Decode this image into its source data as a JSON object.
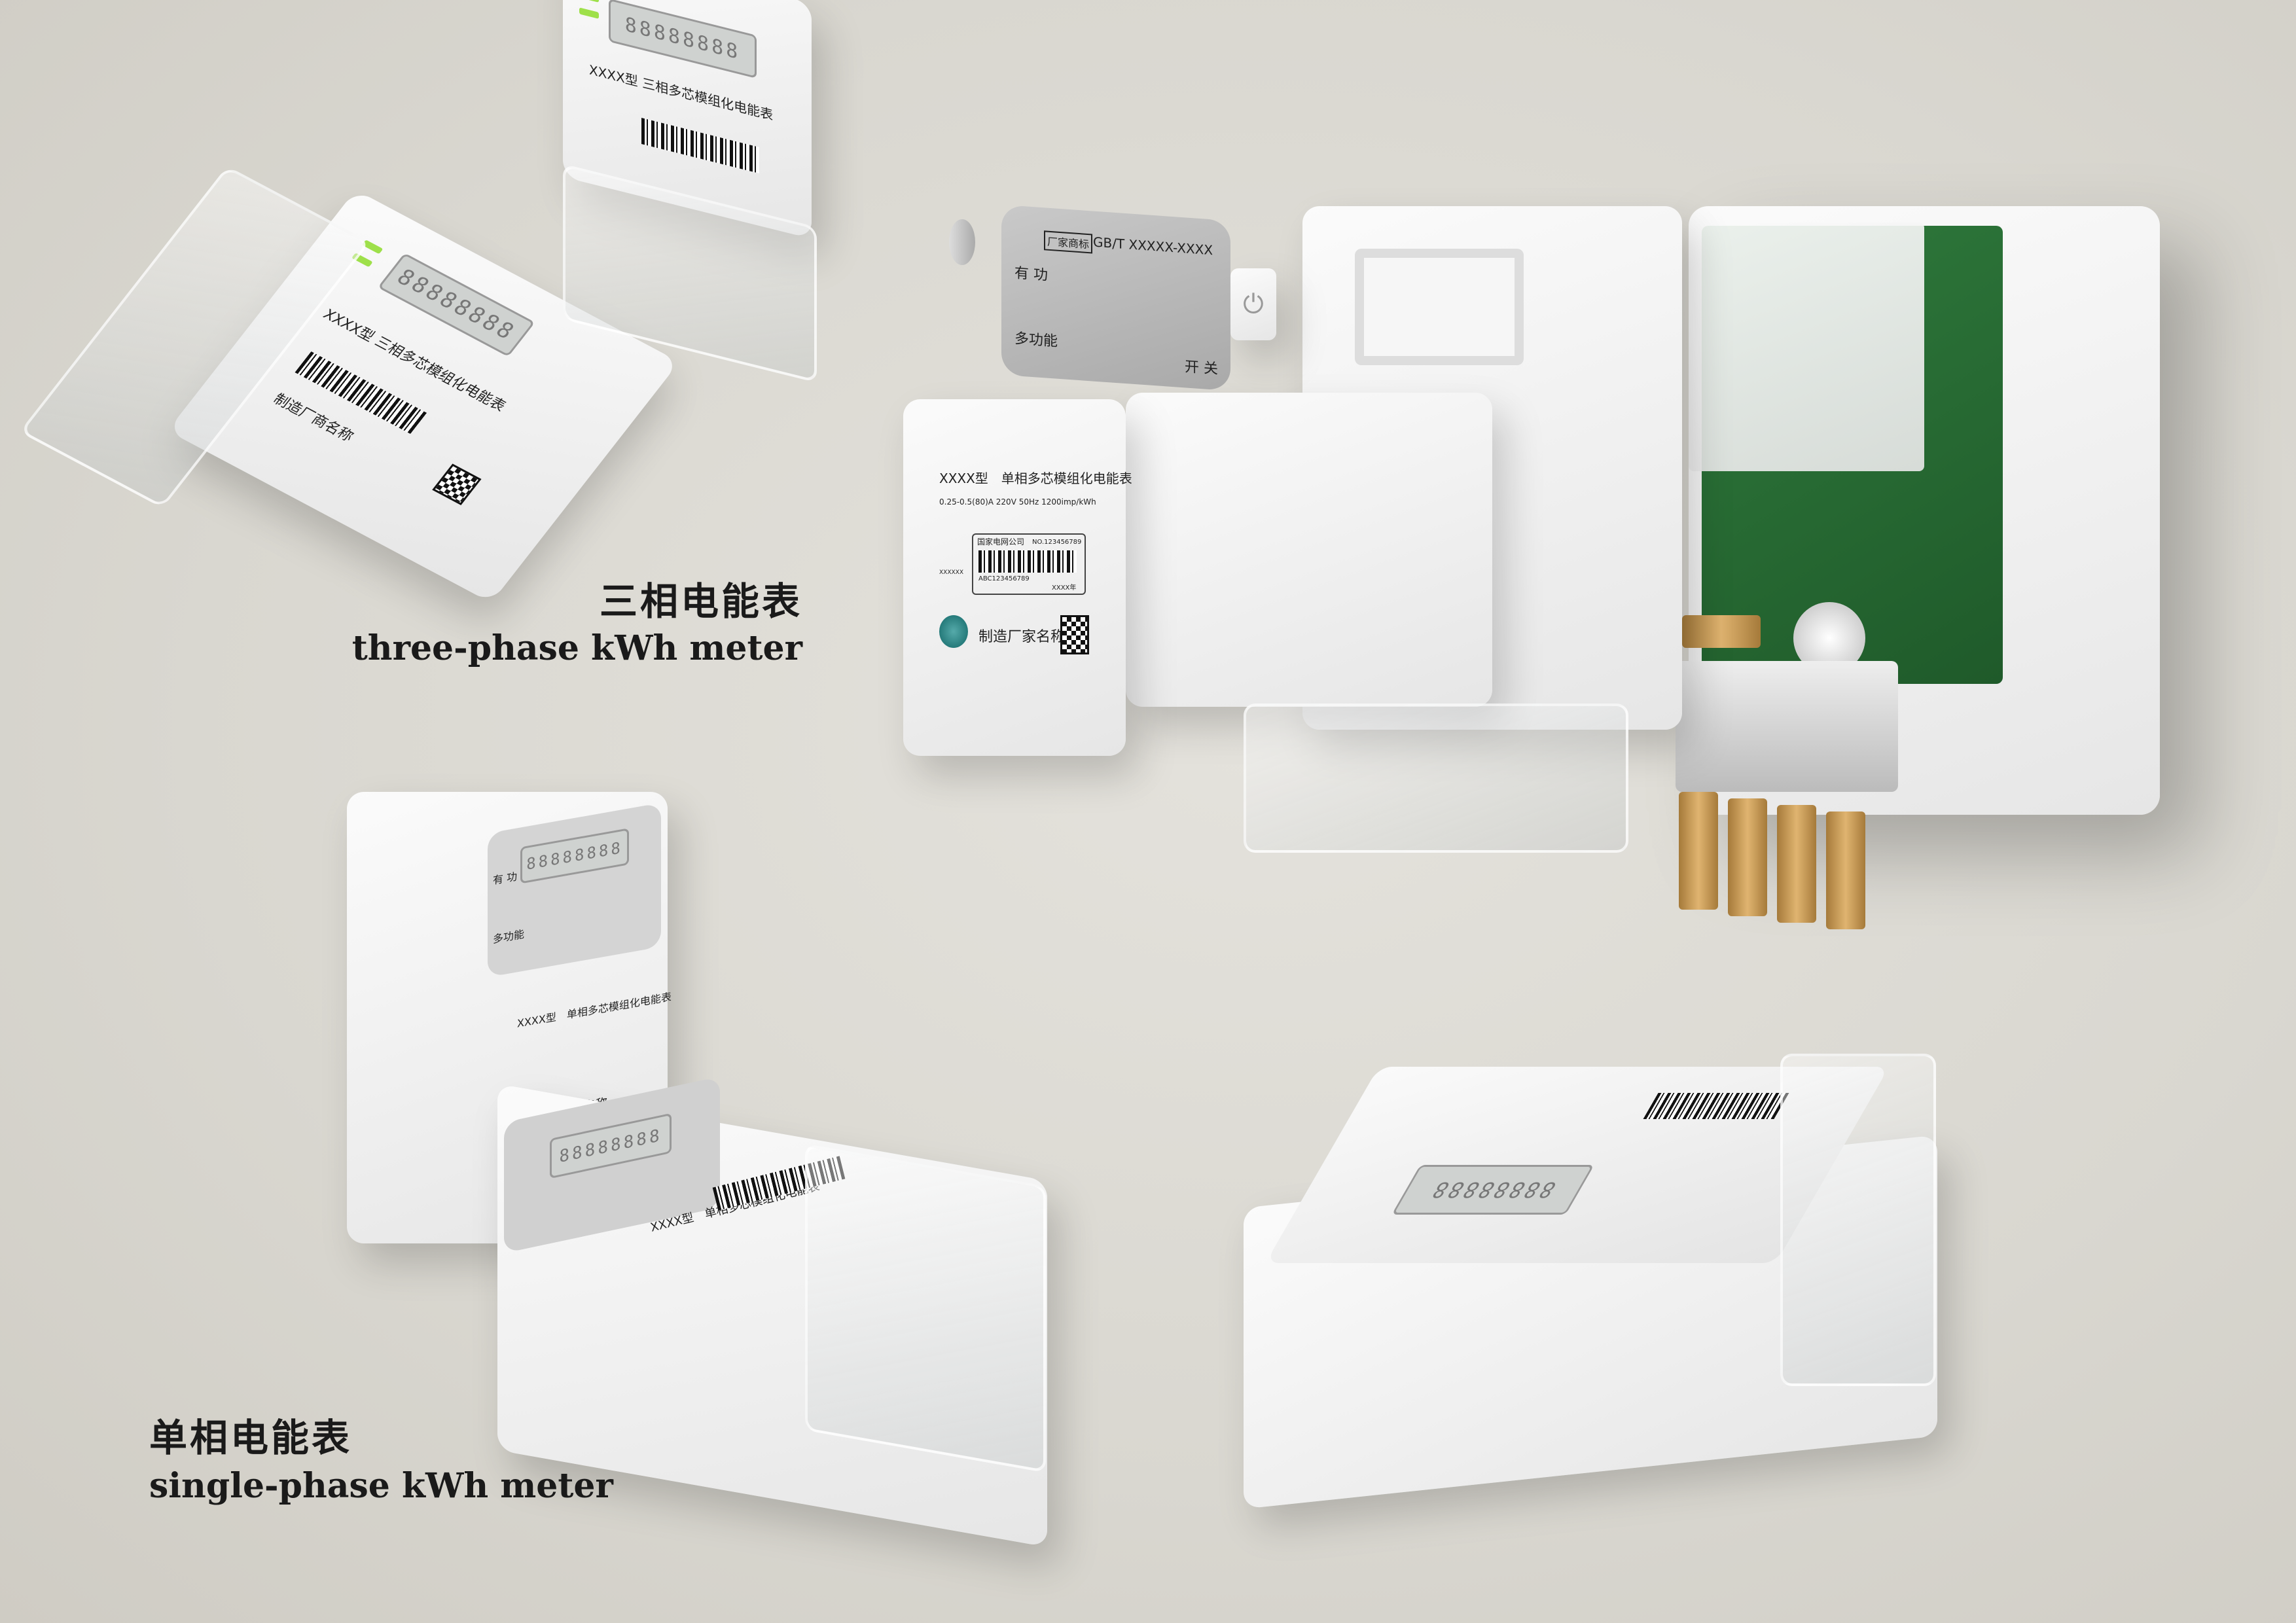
{
  "captions": {
    "three_phase_cn": "三相电能表",
    "three_phase_en": "three-phase kWh meter",
    "single_phase_cn": "单相电能表",
    "single_phase_en": "single-phase kWh meter"
  },
  "front_label": {
    "model": "XXXX型　单相多芯模组化电能表",
    "spec": "0.25-0.5(80)A 220V 50Hz 1200imp/kWh",
    "utility": "国家电网公司",
    "serial_no": "NO.123456789",
    "barcode_text": "ABC123456789",
    "year": "XXXX年",
    "cert": "XXXXXX",
    "manufacturer": "制造厂家名称"
  },
  "faceplate": {
    "trademark": "厂家商标",
    "standard": "GB/T XXXXX-XXXX",
    "active": "有 功",
    "multifunction": "多功能",
    "switch": "开 关"
  },
  "three_phase_label": {
    "model": "XXXX型 三相多芯模组化电能表",
    "manufacturer": "制造厂商名称"
  },
  "lcd_digits": "88888888",
  "colors": {
    "background": "#dad8d1",
    "pcb": "#2f7a3c",
    "led": "#9ee04a",
    "brass": "#d0a060"
  }
}
